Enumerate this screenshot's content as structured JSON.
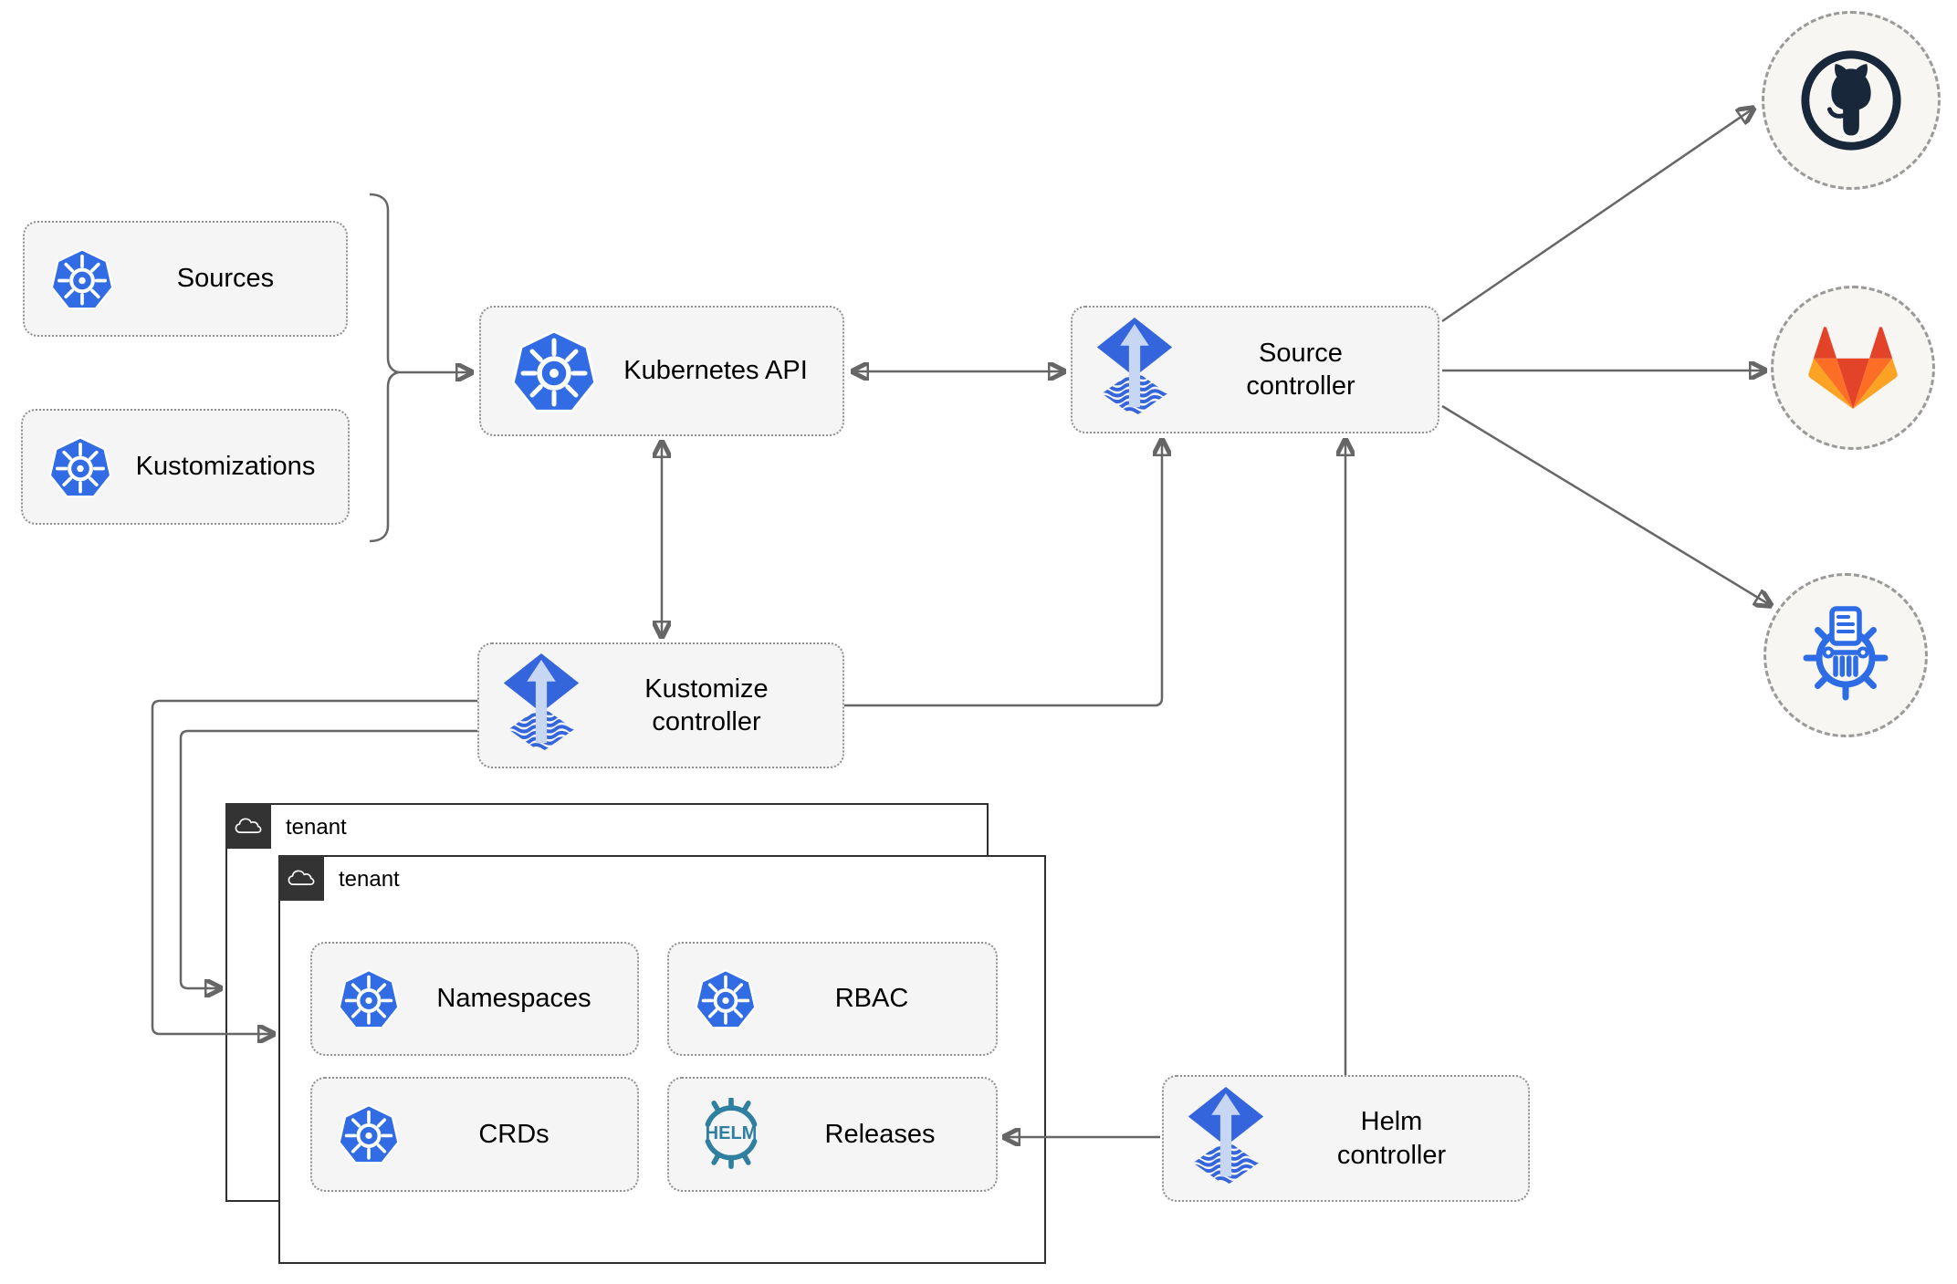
{
  "diagram": {
    "nodes": {
      "sources": {
        "label": "Sources"
      },
      "kustomizations": {
        "label": "Kustomizations"
      },
      "kubernetes_api": {
        "label": "Kubernetes API"
      },
      "source_controller": {
        "label": "Source\ncontroller"
      },
      "kustomize_controller": {
        "label": "Kustomize\ncontroller"
      },
      "helm_controller": {
        "label": "Helm\ncontroller"
      },
      "tenant_outer": {
        "label": "tenant"
      },
      "tenant_inner": {
        "label": "tenant"
      },
      "namespaces": {
        "label": "Namespaces"
      },
      "rbac": {
        "label": "RBAC"
      },
      "crds": {
        "label": "CRDs"
      },
      "releases": {
        "label": "Releases",
        "icon_text": "HELM"
      }
    },
    "icons": {
      "sources": "kubernetes-icon",
      "kustomizations": "kubernetes-icon",
      "kubernetes_api": "kubernetes-icon",
      "namespaces": "kubernetes-icon",
      "rbac": "kubernetes-icon",
      "crds": "kubernetes-icon",
      "source_controller": "flux-icon",
      "kustomize_controller": "flux-icon",
      "helm_controller": "flux-icon",
      "releases": "helm-icon",
      "tenant": "cloud-icon",
      "endpoint_1": "github-octocat-icon",
      "endpoint_2": "gitlab-tanuki-icon",
      "endpoint_3": "chartmuseum-registry-icon"
    },
    "colors": {
      "kubernetes_blue": "#326ce5",
      "flux_blue": "#3565dd",
      "flux_arrow_light": "#c7d6f2",
      "helm_teal": "#2e7fa0",
      "github_dark": "#18273a",
      "gitlab_red": "#e24329",
      "gitlab_orange": "#fc6d26",
      "gitlab_amber": "#fca326",
      "chartmuseum_blue": "#2d6ce5",
      "box_fill": "#f5f5f5",
      "box_border": "#8f8f8f",
      "line_gray": "#666666",
      "tenant_border": "#2f2f2f",
      "tenant_tab_background": "#333333",
      "endpoint_fill": "#f7f6f2"
    }
  }
}
